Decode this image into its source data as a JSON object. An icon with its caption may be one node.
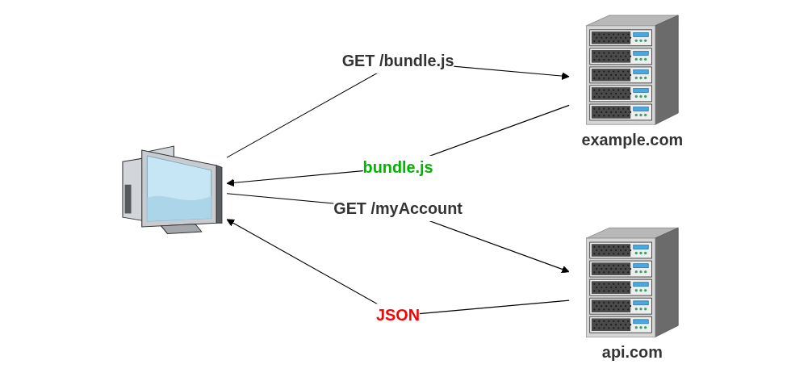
{
  "diagram": {
    "nodes": [
      {
        "text": [],
        "shape": "picture"
      },
      {
        "text": [
          "example.com"
        ]
      },
      {
        "text": [
          "api.com"
        ]
      }
    ],
    "edges": [
      {
        "from": 0,
        "to": 1,
        "arrow": "to",
        "label": "GET /bundle.js"
      },
      {
        "from": 1,
        "to": 0,
        "arrow": "to",
        "label": "bundle.js"
      },
      {
        "from": 0,
        "to": 2,
        "arrow": "to",
        "label": "GET /myAccount"
      },
      {
        "from": 2,
        "to": 0,
        "arrow": "to",
        "label": "JSON"
      }
    ]
  }
}
